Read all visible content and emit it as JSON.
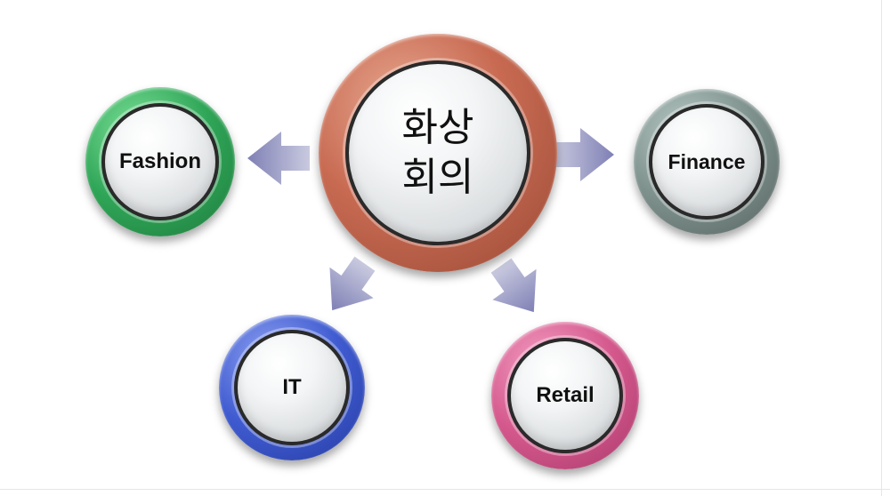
{
  "diagram": {
    "center": {
      "label": "화상\n회의"
    },
    "nodes": [
      {
        "id": "fashion",
        "label": "Fashion",
        "color": "#2fa557"
      },
      {
        "id": "finance",
        "label": "Finance",
        "color": "#7e918d"
      },
      {
        "id": "it",
        "label": "IT",
        "color": "#3f5bd0"
      },
      {
        "id": "retail",
        "label": "Retail",
        "color": "#d4588c"
      }
    ],
    "center_color": "#c86a52",
    "arrow_color": "#8e8fbf"
  }
}
